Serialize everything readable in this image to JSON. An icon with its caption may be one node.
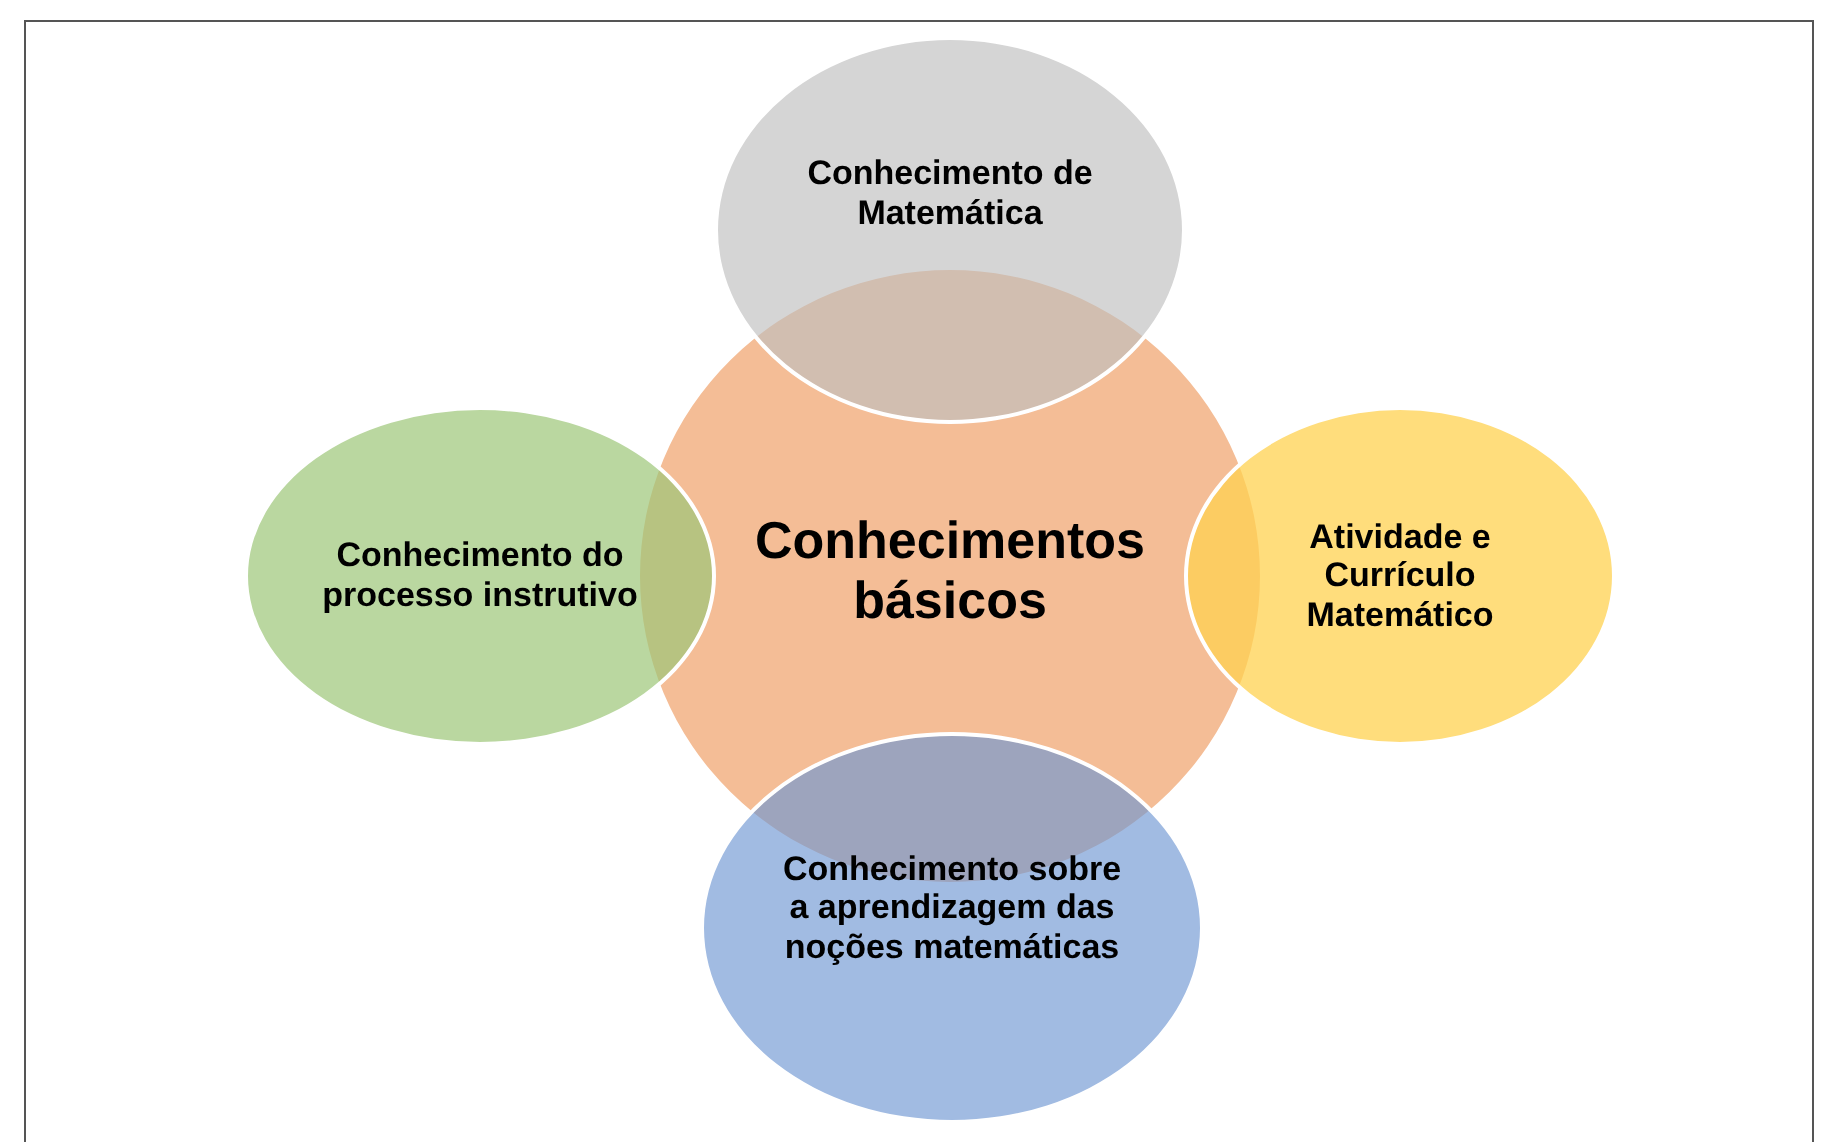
{
  "diagram": {
    "nodes": [
      {
        "text": [
          "Conhecimento de Matemática"
        ]
      },
      {
        "text": [
          "Conhecimento do processo instrutivo"
        ]
      },
      {
        "text": [
          "Conhecimentos básicos"
        ]
      },
      {
        "text": [
          "Atividade e Currículo Matemático"
        ]
      },
      {
        "text": [
          "Conhecimento sobre a aprendizagem das noções matemáticas"
        ]
      }
    ]
  }
}
